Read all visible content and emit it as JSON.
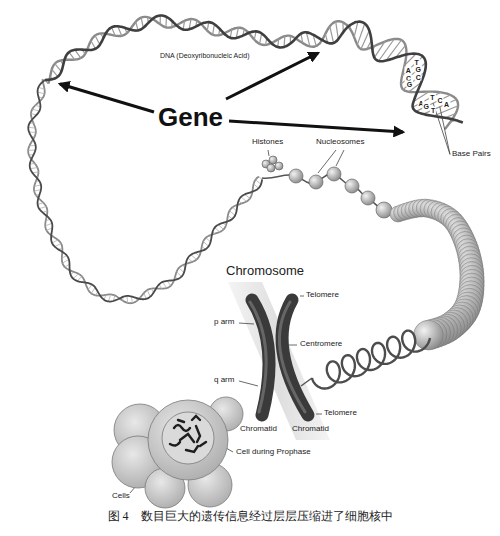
{
  "diagram": {
    "caption": "图 4　数目巨大的遗传信息经过层层压缩进了细胞核中",
    "labels": [
      "DNA (Deoxyribonucleic Acid)",
      "Gene",
      "Base Pairs",
      "T",
      "A",
      "G",
      "C",
      "C",
      "G",
      "A",
      "T",
      "G",
      "C",
      "T",
      "A",
      "Histones",
      "Nucleosomes",
      "Chromosome",
      "Telomere",
      "p arm",
      "Centromere",
      "q arm",
      "Telomere",
      "Chromatid",
      "Chromatid",
      "Cell during Prophase",
      "Cells"
    ]
  }
}
